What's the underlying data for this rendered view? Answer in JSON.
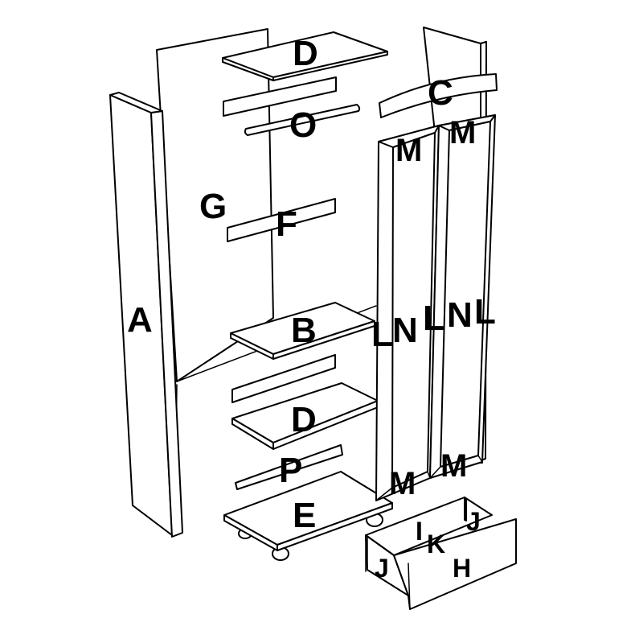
{
  "labels": {
    "A": "A",
    "B": "B",
    "C": "C",
    "D_top": "D",
    "D_mid": "D",
    "E": "E",
    "F": "F",
    "G": "G",
    "H": "H",
    "I": "I",
    "J_left": "J",
    "J_right": "J",
    "K": "K",
    "L_1": "L",
    "L_2": "L",
    "L_3": "L",
    "M_1": "M",
    "M_2": "M",
    "M_3": "M",
    "M_4": "M",
    "N_1": "N",
    "N_2": "N",
    "O": "O",
    "P": "P"
  }
}
